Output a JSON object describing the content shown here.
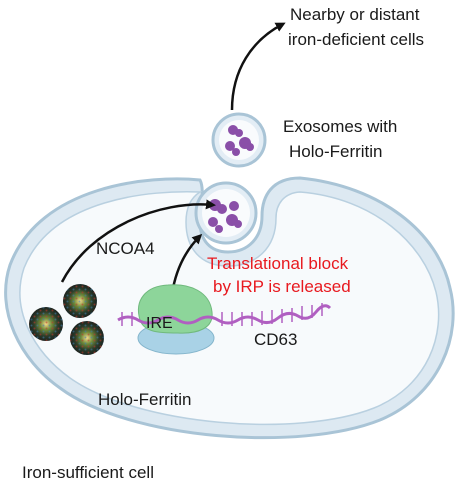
{
  "labels": {
    "target_cells_line1": "Nearby or distant",
    "target_cells_line2": "iron-deficient cells",
    "exosomes_line1": "Exosomes with",
    "exosomes_line2": "Holo-Ferritin",
    "ncoa4": "NCOA4",
    "translational_line1": "Translational block",
    "translational_line2": "by IRP is released",
    "ire": "IRE",
    "cd63": "CD63",
    "holo_ferritin": "Holo-Ferritin",
    "cell": "Iron-sufficient cell"
  },
  "colors": {
    "membrane_outer": "#a9c4d6",
    "membrane_fill": "#e6eff6",
    "cytoplasm": "#f7fafc",
    "vesicle_content": "#8a4fa8",
    "irp_green": "#8dd59a",
    "ribosome_blue": "#a9d2e6",
    "mrna": "#b05fc1",
    "highlight_text": "#e8191f"
  }
}
